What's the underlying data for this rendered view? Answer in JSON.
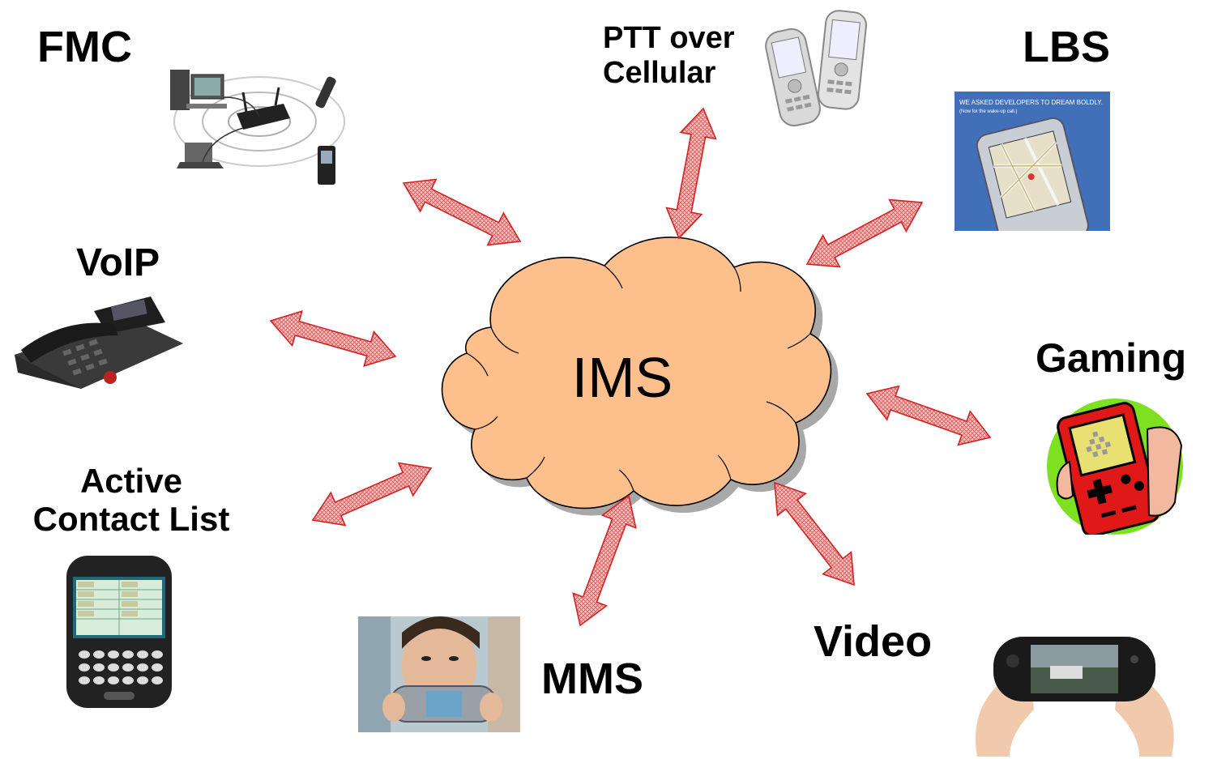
{
  "center": {
    "label": "IMS"
  },
  "services": {
    "fmc": {
      "label": "FMC"
    },
    "ptt": {
      "line1": "PTT over",
      "line2": "Cellular"
    },
    "lbs": {
      "label": "LBS"
    },
    "voip": {
      "label": "VoIP"
    },
    "gaming": {
      "label": "Gaming"
    },
    "active_contact_list": {
      "line1": "Active",
      "line2": "Contact List"
    },
    "video": {
      "label": "Video"
    },
    "mms": {
      "label": "MMS"
    }
  },
  "pictures": {
    "fmc": "wireless-network-devices-photo",
    "ptt": "flip-phones-photo",
    "lbs": "map-on-phone-ad-photo",
    "voip": "desk-phone-photo",
    "gaming": "handheld-game-device-clipart",
    "active_contact_list": "smartphone-with-contact-list-photo",
    "video": "handheld-video-player-photo",
    "mms": "woman-with-camera-phone-photo"
  },
  "lbs_ad": {
    "line1": "WE ASKED DEVELOPERS TO DREAM BOLDLY.",
    "line2": "(Now for the wake-up call.)"
  },
  "colors": {
    "cloud_fill": "#FDBF8C",
    "cloud_shadow": "#A8A8A8",
    "arrow_fill": "#F5B7B7",
    "arrow_stroke": "#D22222",
    "text": "#000000"
  }
}
